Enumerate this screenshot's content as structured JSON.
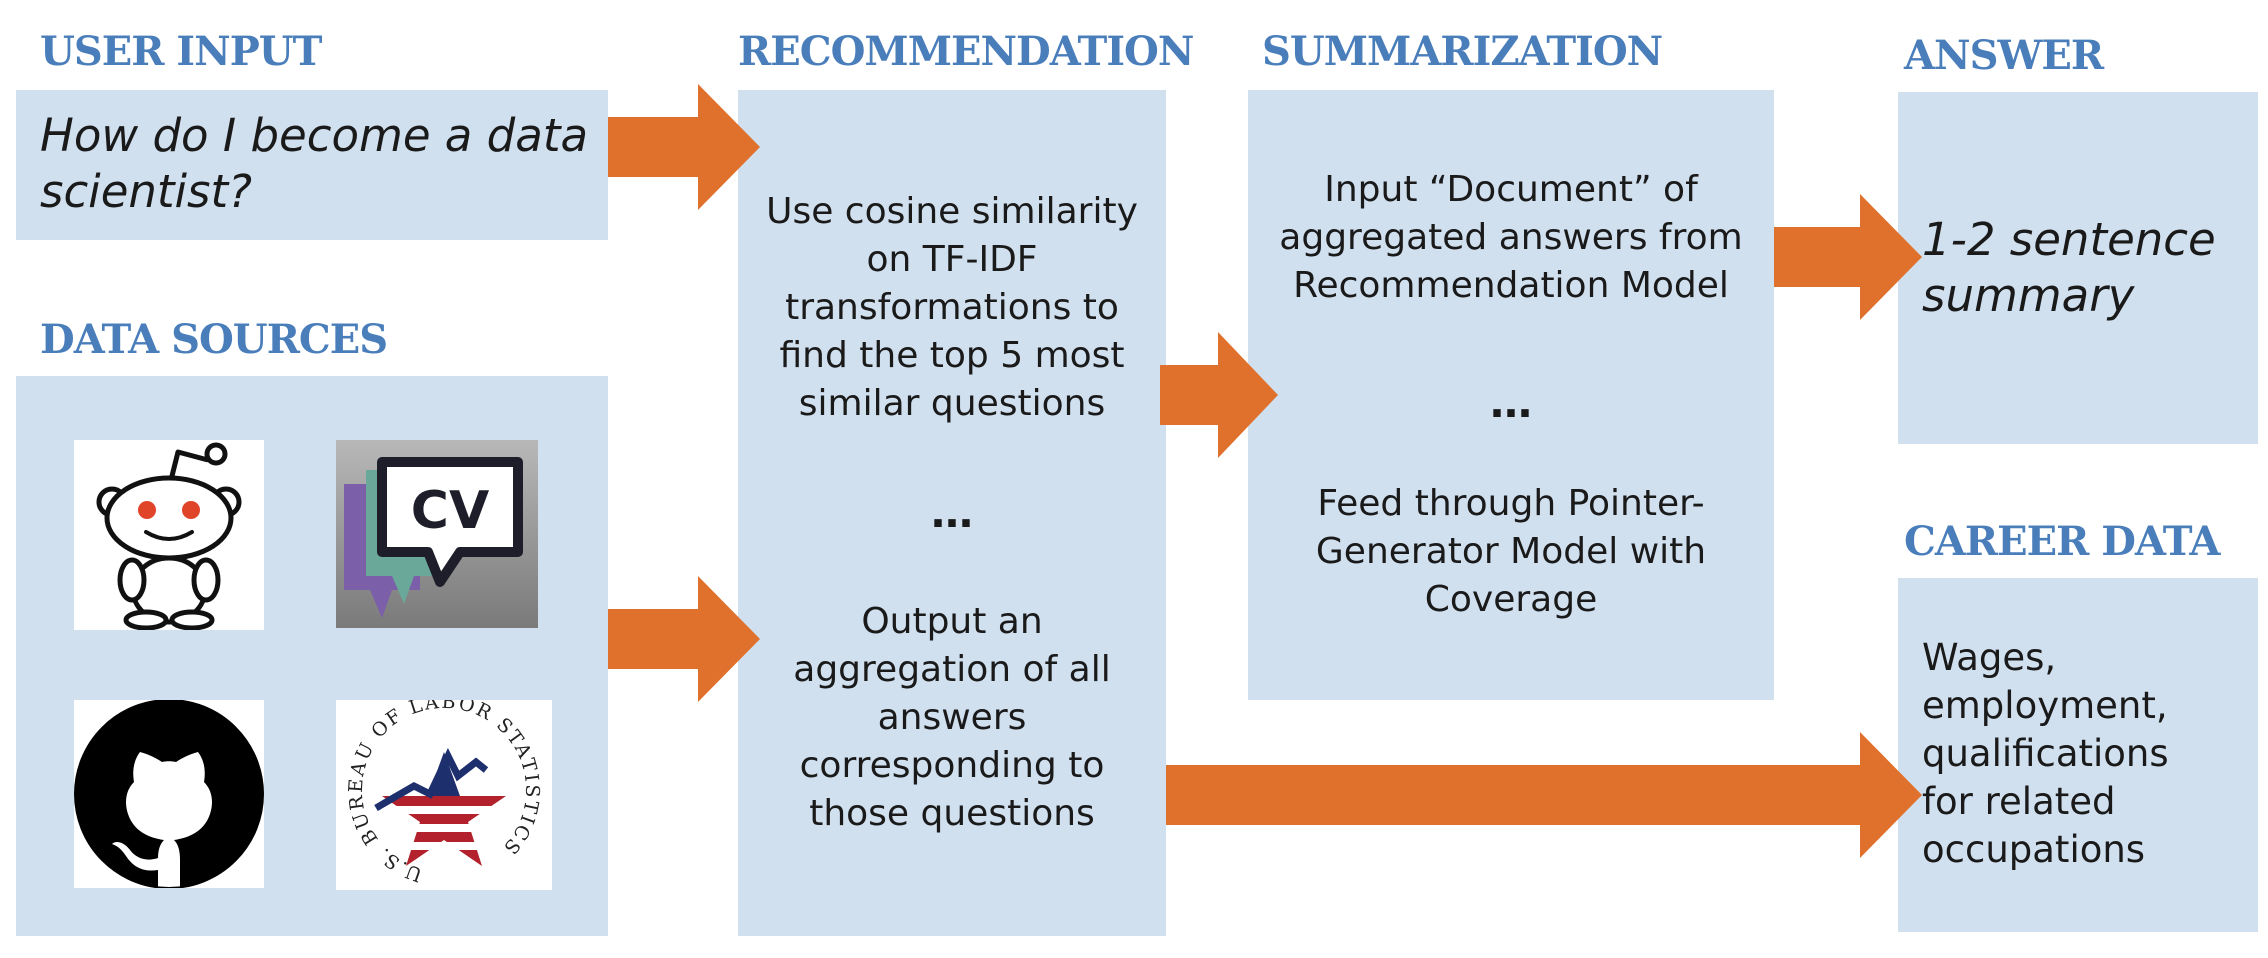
{
  "user_input": {
    "heading": "USER INPUT",
    "question": "How do I become a data scientist?"
  },
  "data_sources": {
    "heading": "DATA SOURCES",
    "logos": [
      "reddit-logo",
      "cross-validated-logo",
      "github-logo",
      "bls-logo"
    ],
    "bls_ring_text": "U.S. BUREAU OF LABOR STATISTICS",
    "cv_badge_text": "CV"
  },
  "recommendation": {
    "heading": "RECOMMENDATION",
    "step1": "Use cosine similarity on TF-IDF transformations to find the top 5 most similar questions",
    "ellipsis": "…",
    "step2": "Output an aggregation of all answers corresponding to those questions"
  },
  "summarization": {
    "heading": "SUMMARIZATION",
    "step1": "Input “Document” of aggregated answers from Recommendation Model",
    "ellipsis": "…",
    "step2": "Feed through Pointer-Generator Model with Coverage"
  },
  "answer": {
    "heading": "ANSWER",
    "text": "1-2 sentence summary"
  },
  "career_data": {
    "heading": "CAREER DATA",
    "text": "Wages, employment, qualifications for related occupations"
  },
  "colors": {
    "heading": "#4a7ebb",
    "box": "#d1e0ef",
    "arrow": "#e0712c"
  }
}
